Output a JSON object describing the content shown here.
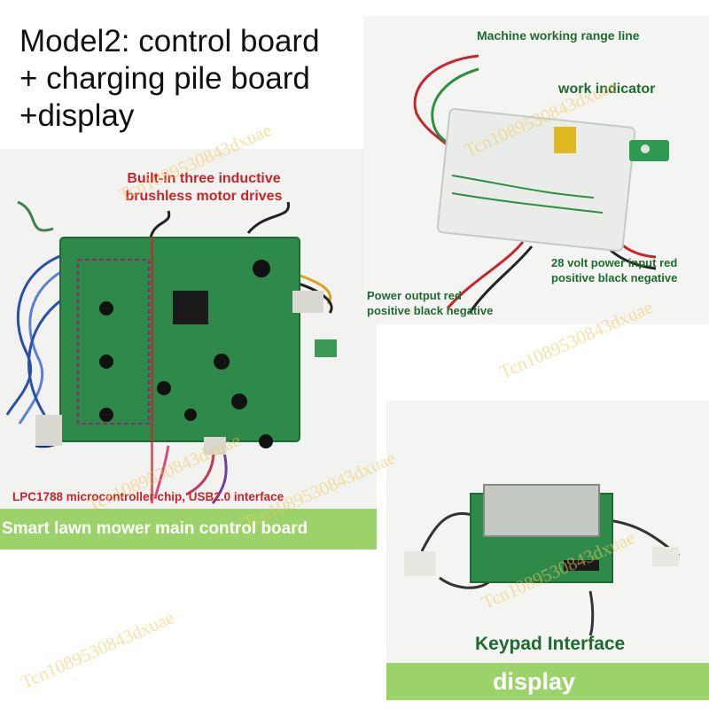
{
  "title": {
    "line1": "Model2: control board",
    "line2": "+ charging pile board",
    "line3": "+display"
  },
  "main_board": {
    "motor_note_line1": "Built-in three inductive",
    "motor_note_line2": "brushless motor drives",
    "mcu_note": "LPC1788 microcontroller chip, USB2.0 interface",
    "banner": "Smart lawn mower main control board"
  },
  "charging_board": {
    "range_line": "Machine working range line",
    "work_indicator": "work indicator",
    "power_input_line1": "28 volt power input red",
    "power_input_line2": "positive black negative",
    "power_output_line1": "Power output red",
    "power_output_line2": "positive black negative"
  },
  "display_board": {
    "keypad": "Keypad Interface",
    "banner": "display"
  },
  "watermark": "Tcn1089530843dxuae",
  "colors": {
    "pcb_green": "#2e8a4a",
    "annotation_red": "#c8252b",
    "annotation_green": "#1e6b2e",
    "banner_green": "#9bd36a"
  }
}
